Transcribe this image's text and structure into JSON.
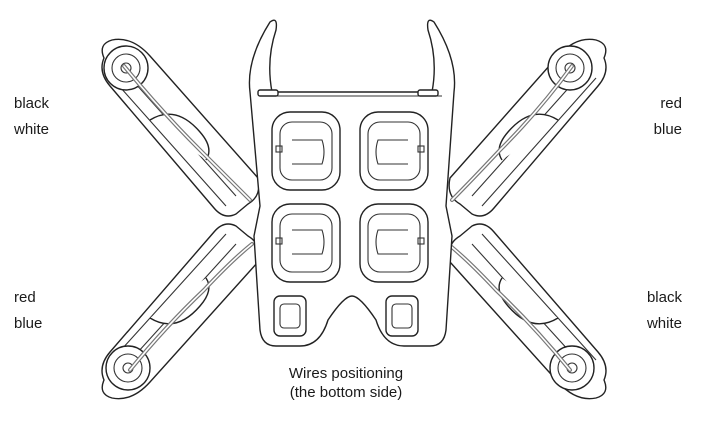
{
  "labels": {
    "top_left": {
      "line1": "black",
      "line2": "white"
    },
    "top_right": {
      "line1": "red",
      "line2": "blue"
    },
    "bottom_left": {
      "line1": "red",
      "line2": "blue"
    },
    "bottom_right": {
      "line1": "black",
      "line2": "white"
    }
  },
  "caption": {
    "line1": "Wires positioning",
    "line2": "(the bottom side)"
  }
}
